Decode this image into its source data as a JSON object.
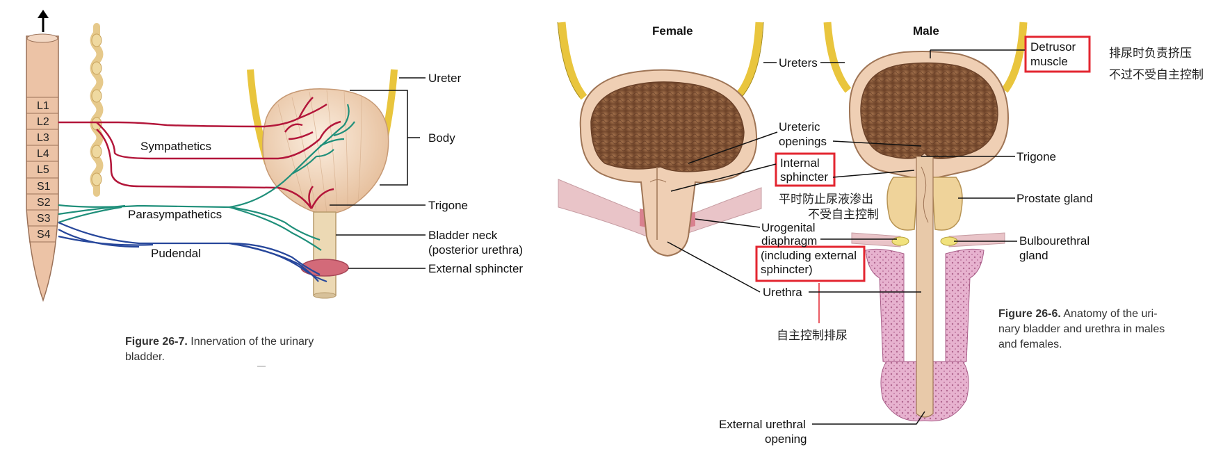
{
  "left_figure": {
    "spinal_segments": [
      "L1",
      "L2",
      "L3",
      "L4",
      "L5",
      "S1",
      "S2",
      "S3",
      "S4"
    ],
    "nerve_labels": {
      "sympathetics": "Sympathetics",
      "parasympathetics": "Parasympathetics",
      "pudendal": "Pudendal"
    },
    "callouts": {
      "ureter": "Ureter",
      "body": "Body",
      "trigone": "Trigone",
      "bladder_neck_1": "Bladder neck",
      "bladder_neck_2": "(posterior urethra)",
      "external_sphincter": "External sphincter"
    },
    "caption": {
      "number": "Figure 26-7.",
      "text_line1": "Innervation of the urinary",
      "text_line2": "bladder."
    }
  },
  "right_figure": {
    "female_title": "Female",
    "male_title": "Male",
    "labels": {
      "ureters": "Ureters",
      "ureteric_1": "Ureteric",
      "ureteric_2": "openings",
      "internal_1": "Internal",
      "internal_2": "sphincter",
      "urogenital_1": "Urogenital",
      "urogenital_2": "diaphragm",
      "including_1": "(including external",
      "including_2": "sphincter)",
      "urethra": "Urethra",
      "ext_opening_1": "External urethral",
      "ext_opening_2": "opening",
      "detrusor_1": "Detrusor",
      "detrusor_2": "muscle",
      "trigone": "Trigone",
      "prostate": "Prostate gland",
      "bulbo_1": "Bulbourethral",
      "bulbo_2": "gland"
    },
    "annotations": {
      "detrusor_note_1": "排尿时负责挤压",
      "detrusor_note_2": "不过不受自主控制",
      "internal_note_1": "平时防止尿液渗出",
      "internal_note_2": "不受自主控制",
      "external_note": "自主控制排尿"
    },
    "caption": {
      "number": "Figure 26-6.",
      "line1": "Anatomy of the uri-",
      "line2": "nary bladder and urethra in males",
      "line3": "and females."
    }
  },
  "colors": {
    "highlight_box": "#e32630",
    "sympathetic_nerve": "#b3163a",
    "parasympathetic_nerve": "#1f8f7a",
    "pudendal_nerve": "#27479b",
    "ureter": "#e9c53d",
    "bladder_wall": "#efcfb4",
    "bladder_lumen": "#8a5a3c",
    "spongy_tissue": "#e3a6c9"
  }
}
